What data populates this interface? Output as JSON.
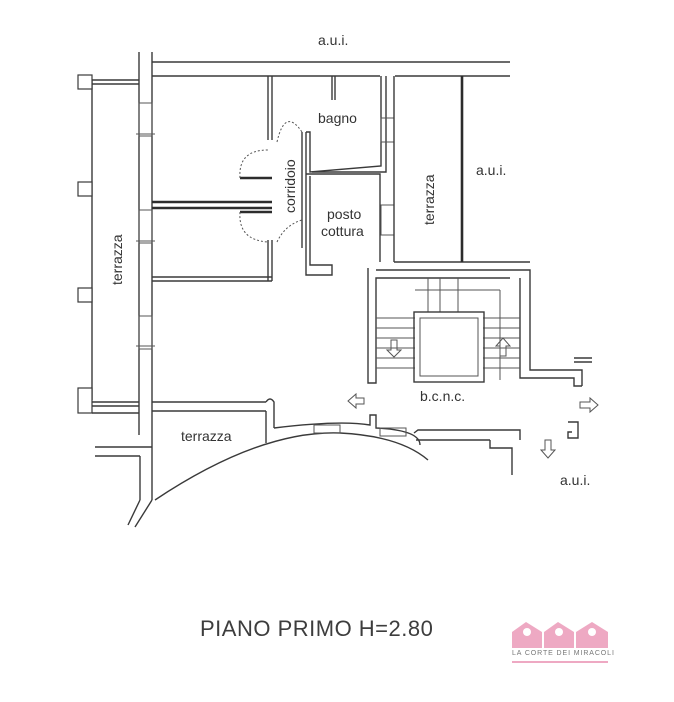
{
  "plan": {
    "labels": {
      "aui_top": "a.u.i.",
      "aui_right": "a.u.i.",
      "aui_bottom": "a.u.i.",
      "terrazza_left": "terrazza",
      "terrazza_right": "terrazza",
      "terrazza_bottom": "terrazza",
      "bagno": "bagno",
      "corridoio": "corridoio",
      "posto_line1": "posto",
      "posto_line2": "cottura",
      "bcnc": "b.c.n.c."
    },
    "title": "PIANO PRIMO H=2.80"
  },
  "logo": {
    "text": "LA CORTE DEI MIRACOLI",
    "color": "#eea9c3"
  },
  "colors": {
    "line": "#3a3a3a",
    "background": "#ffffff",
    "text": "#333333"
  }
}
